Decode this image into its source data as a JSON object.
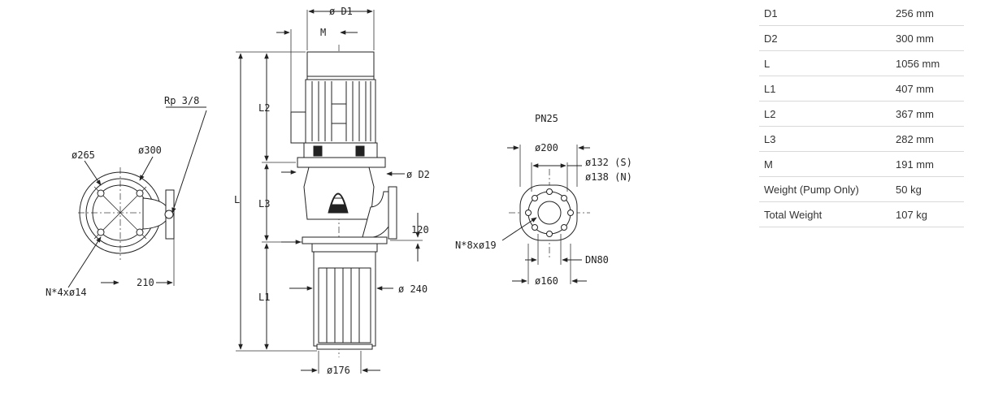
{
  "drawing": {
    "labels": {
      "d1": "ø D1",
      "m": "M",
      "l": "L",
      "l1": "L1",
      "l2": "L2",
      "l3": "L3",
      "d2": "ø D2",
      "dim_120": "120",
      "dim_240": "ø 240",
      "dim_176": "ø176",
      "rp": "Rp 3/8",
      "d265": "ø265",
      "d300": "ø300",
      "holes4": "N*4xø14",
      "dim_210": "210",
      "pn": "PN25",
      "d200": "ø200",
      "d132": "ø132 (S)",
      "d138": "ø138 (N)",
      "holes8": "N*8xø19",
      "dn": "DN80",
      "d160": "ø160"
    }
  },
  "specs": [
    {
      "label": "D1",
      "value": "256 mm"
    },
    {
      "label": "D2",
      "value": "300 mm"
    },
    {
      "label": "L",
      "value": "1056 mm"
    },
    {
      "label": "L1",
      "value": "407 mm"
    },
    {
      "label": "L2",
      "value": "367 mm"
    },
    {
      "label": "L3",
      "value": "282 mm"
    },
    {
      "label": "M",
      "value": "191 mm"
    },
    {
      "label": "Weight (Pump Only)",
      "value": "50 kg"
    },
    {
      "label": "Total Weight",
      "value": "107 kg"
    }
  ]
}
